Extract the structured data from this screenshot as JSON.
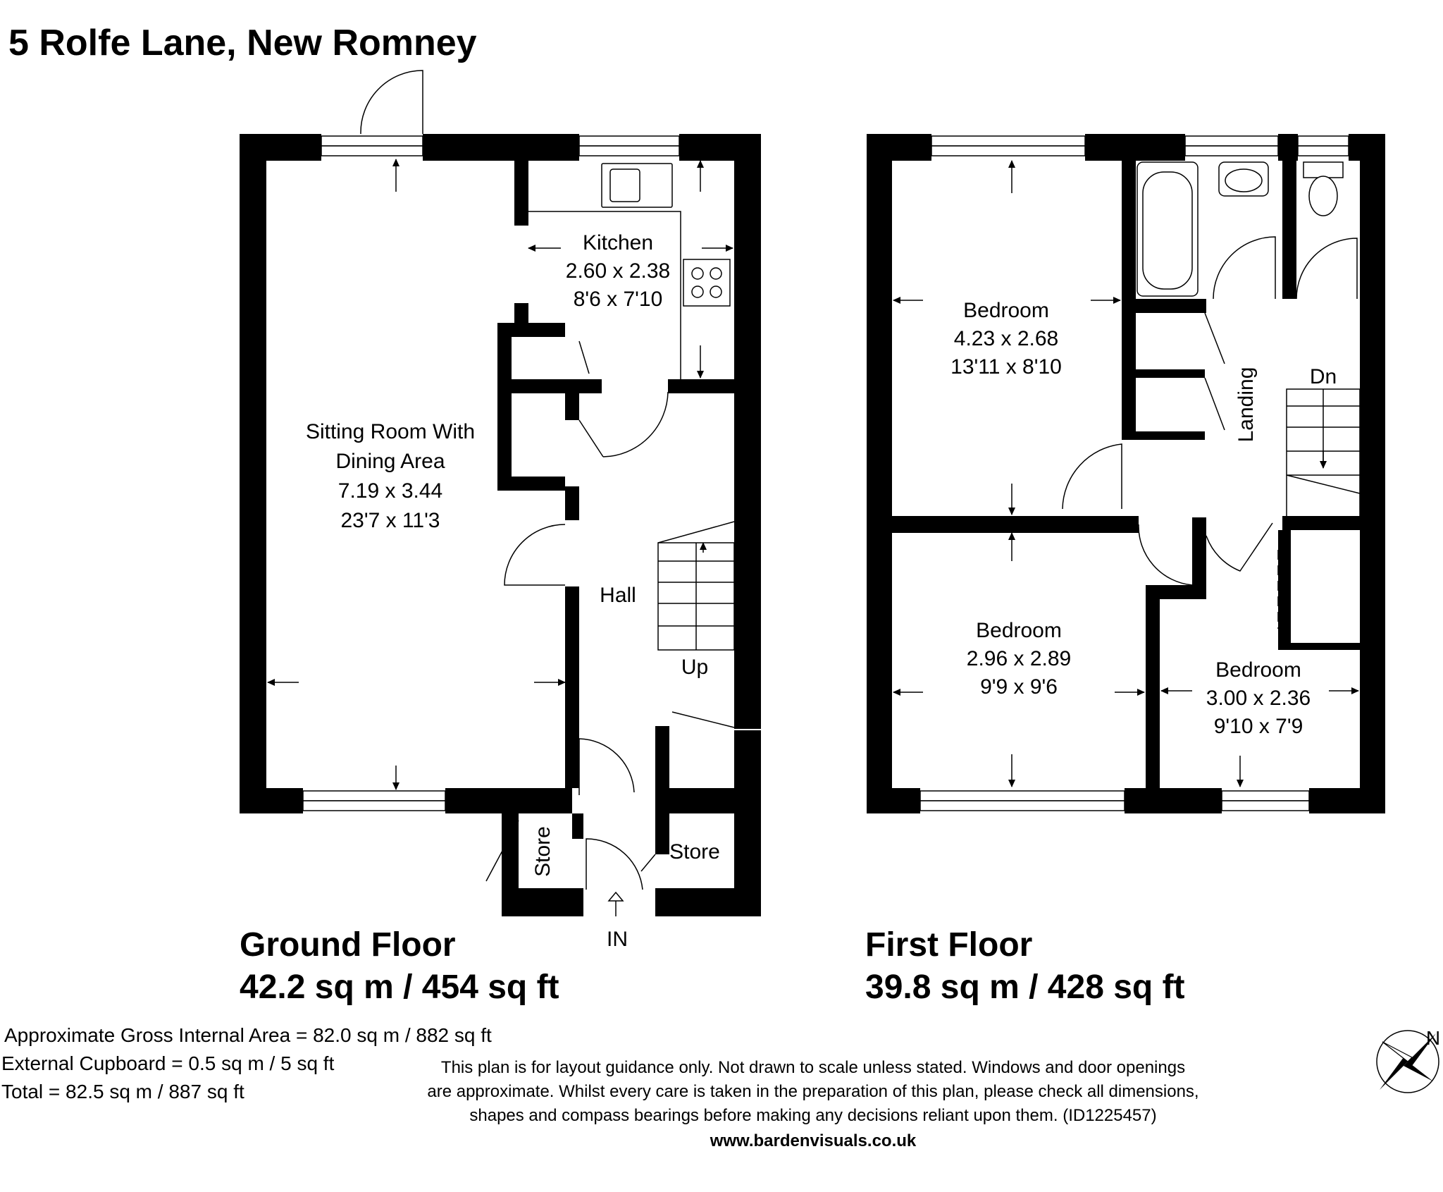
{
  "title": "5 Rolfe Lane, New Romney",
  "ground_floor": {
    "heading": "Ground Floor",
    "area": "42.2 sq m / 454 sq ft",
    "rooms": {
      "sitting": {
        "name_line1": "Sitting Room With",
        "name_line2": "Dining Area",
        "metric": "7.19 x 3.44",
        "imperial": "23'7 x 11'3"
      },
      "kitchen": {
        "name": "Kitchen",
        "metric": "2.60 x 2.38",
        "imperial": "8'6 x 7'10"
      },
      "hall": {
        "name": "Hall"
      },
      "up": "Up",
      "store_left": "Store",
      "store_right": "Store",
      "entrance": "IN"
    }
  },
  "first_floor": {
    "heading": "First Floor",
    "area": "39.8 sq m / 428 sq ft",
    "rooms": {
      "bedroom1": {
        "name": "Bedroom",
        "metric": "4.23 x 2.68",
        "imperial": "13'11 x 8'10"
      },
      "bedroom2": {
        "name": "Bedroom",
        "metric": "2.96 x 2.89",
        "imperial": "9'9 x 9'6"
      },
      "bedroom3": {
        "name": "Bedroom",
        "metric": "3.00 x 2.36",
        "imperial": "9'10 x 7'9"
      },
      "landing": "Landing",
      "down": "Dn"
    }
  },
  "areas": {
    "gross": "Approximate Gross Internal Area = 82.0 sq m / 882 sq ft",
    "external": "External Cupboard = 0.5 sq m / 5 sq ft",
    "total": "Total = 82.5 sq m / 887 sq ft"
  },
  "disclaimer": {
    "line1": "This plan is for layout guidance only. Not drawn to scale unless stated. Windows and door openings",
    "line2": "are approximate. Whilst every care is taken in the preparation of this plan, please check all dimensions,",
    "line3": "shapes and compass bearings before making any decisions reliant upon them. (ID1225457)",
    "website": "www.bardenvisuals.co.uk"
  },
  "compass": {
    "north_label": "N"
  },
  "colors": {
    "wall": "#000000",
    "background": "#ffffff"
  }
}
